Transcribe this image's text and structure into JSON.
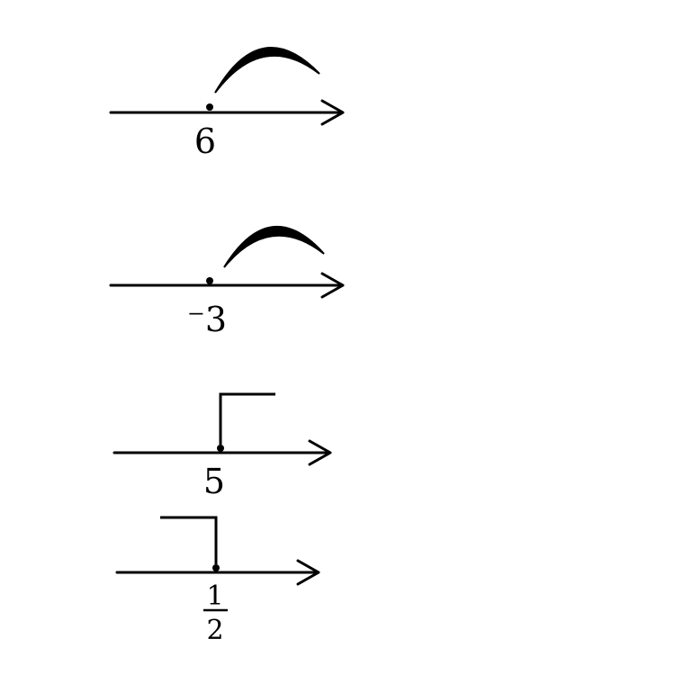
{
  "number_lines": [
    {
      "mark": "arc",
      "label": "6"
    },
    {
      "mark": "arc",
      "label": "⁻3"
    },
    {
      "mark": "bracket-right",
      "label": "5"
    },
    {
      "mark": "bracket-left",
      "label_numerator": "1",
      "label_denominator": "2"
    }
  ]
}
